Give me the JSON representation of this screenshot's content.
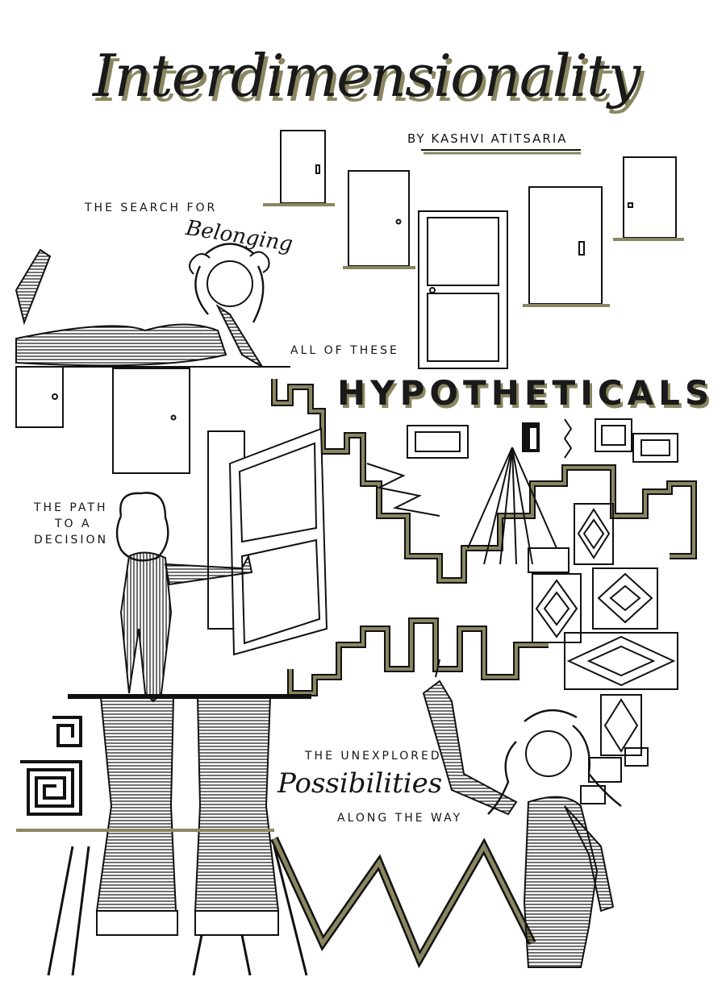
{
  "title": "Interdimensionality",
  "byline": "by Kashvi Atitsaria",
  "captions": {
    "search_for": "The search for",
    "belonging": "Belonging",
    "all_of_these": "All of these",
    "hypotheticals": "HYPOTHETICALS",
    "path_line1": "The path",
    "path_line2": "to a",
    "path_line3": "decision",
    "the_unexplored": "The unexplored",
    "possibilities": "Possibilities",
    "along_the_way": "along the way"
  },
  "colors": {
    "ink": "#111111",
    "olive_shadow": "#8a8660",
    "paper": "#ffffff"
  }
}
